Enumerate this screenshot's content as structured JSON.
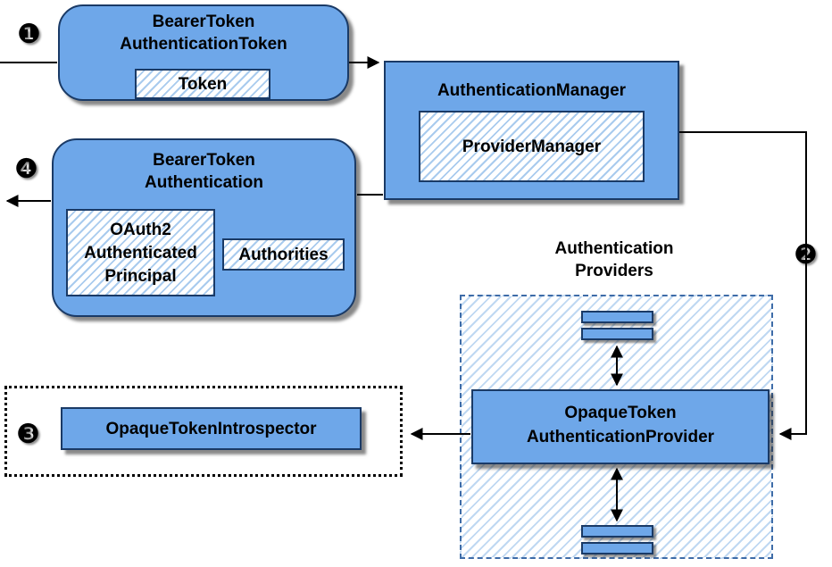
{
  "diagram": {
    "badge_1": "❶",
    "badge_2": "❷",
    "badge_3": "❸",
    "badge_4": "❹",
    "bearer_token_authentication_token": {
      "title_line1": "BearerToken",
      "title_line2": "AuthenticationToken",
      "token_label": "Token"
    },
    "authentication_manager": {
      "title": "AuthenticationManager",
      "provider_manager_label": "ProviderManager"
    },
    "bearer_token_authentication": {
      "title_line1": "BearerToken",
      "title_line2": "Authentication",
      "principal_line1": "OAuth2",
      "principal_line2": "Authenticated",
      "principal_line3": "Principal",
      "authorities_label": "Authorities"
    },
    "authentication_providers": {
      "label_line1": "Authentication",
      "label_line2": "Providers"
    },
    "opaque_token_authentication_provider": {
      "title_line1": "OpaqueToken",
      "title_line2": "AuthenticationProvider"
    },
    "opaque_token_introspector": {
      "title": "OpaqueTokenIntrospector"
    },
    "colors": {
      "node_fill": "#6EA7E9",
      "node_border": "#1A3A66",
      "hatch_line": "#A9CBEE",
      "container_hatch_line": "#BFD8F2",
      "arrow": "#000000"
    }
  }
}
